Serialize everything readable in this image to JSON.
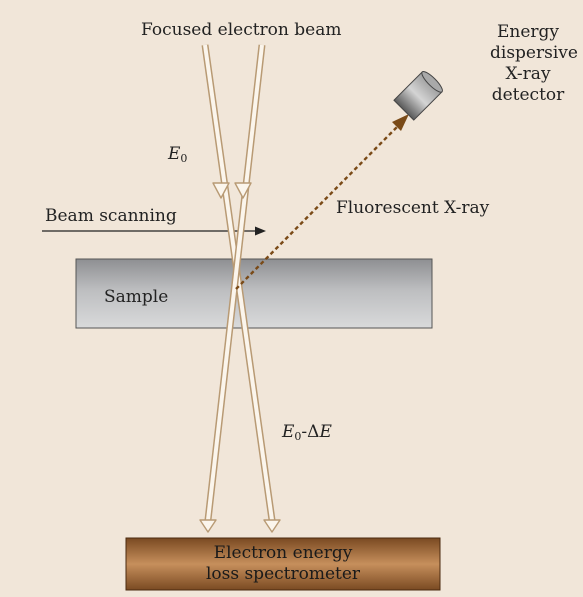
{
  "labels": {
    "focused_beam": "Focused electron beam",
    "detector_line1": "Energy",
    "detector_line2": "dispersive",
    "detector_line3": "X-ray",
    "detector_line4": "detector",
    "e0_main": "E",
    "e0_sub": "0",
    "e0_loss_main": "E",
    "e0_loss_sub": "0",
    "e0_loss_rest": "-Δ",
    "e0_loss_e": "E",
    "fluorescent": "Fluorescent X-ray",
    "beam_scanning": "Beam scanning",
    "sample": "Sample",
    "spectrometer_line1": "Electron energy",
    "spectrometer_line2": "loss spectrometer"
  },
  "colors": {
    "background": "#f1e6d9",
    "beam_outline": "#b89a74",
    "xray_arrow": "#7a4a17",
    "sample_fill": "#b5b6b8",
    "spectrometer_fill": "#9a6535",
    "detector_fill": "#8c8c8c"
  }
}
